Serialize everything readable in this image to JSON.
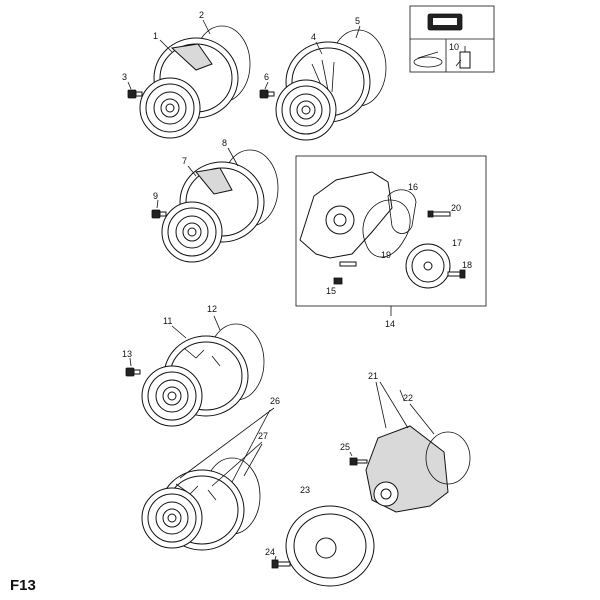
{
  "figure_label": "F13",
  "callouts": {
    "c1": "1",
    "c2": "2",
    "c3": "3",
    "c4": "4",
    "c5": "5",
    "c6": "6",
    "c7": "7",
    "c8": "8",
    "c9": "9",
    "c10": "10",
    "c11": "11",
    "c12": "12",
    "c13": "13",
    "c14": "14",
    "c15": "15",
    "c16": "16",
    "c17": "17",
    "c18": "18",
    "c19": "19",
    "c20": "20",
    "c21": "21",
    "c22": "22",
    "c23": "23",
    "c24": "24",
    "c25": "25",
    "c26": "26",
    "c27": "27"
  },
  "icons": {
    "top_left": "repair-manual-icon",
    "bottom_left": "oil-can-icon",
    "bottom_right": "sealant-bottle-icon"
  }
}
